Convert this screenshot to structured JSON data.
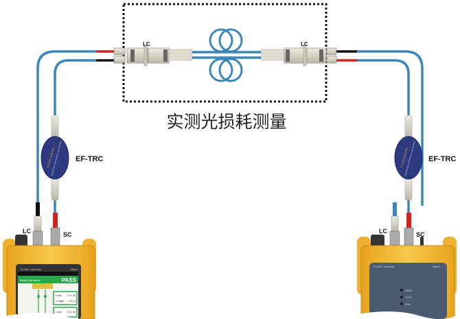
{
  "diagram": {
    "caption": "实测光损耗测量",
    "box_connector_left": "LC",
    "box_connector_right": "LC",
    "left_cord_label": "EF-TRC",
    "right_cord_label": "EF-TRC",
    "left_port_lc": "LC",
    "left_port_sc": "SC",
    "right_port_lc": "LC",
    "right_port_sc": "SC",
    "cord_brand": "FLUKE networks",
    "cord_text": "Encircled Flux Test Reference Cord 50/125um"
  },
  "left_device": {
    "brand": "FLUKE networks",
    "model": "Vision",
    "screen": {
      "status_bar": "Result not saved",
      "result": "PASS",
      "rows": [
        {
          "label": "Loss",
          "value": "0.00 dB"
        },
        {
          "label": "Length",
          "value": "0.00 m"
        },
        {
          "label": "Loss",
          "value": "0.00 dB"
        }
      ]
    }
  },
  "right_device": {
    "brand": "FLUKE networks",
    "model": "Vision",
    "leds": [
      "PASS",
      "TEST",
      "FAIL"
    ]
  },
  "colors": {
    "fiber": "#3a86b8",
    "connector": "#d8d4c4",
    "device_body": "#f2b630",
    "device_panel": "#4a5a70",
    "screen_green": "#2aa84a",
    "tx": "#d42020",
    "rx": "#111111"
  }
}
